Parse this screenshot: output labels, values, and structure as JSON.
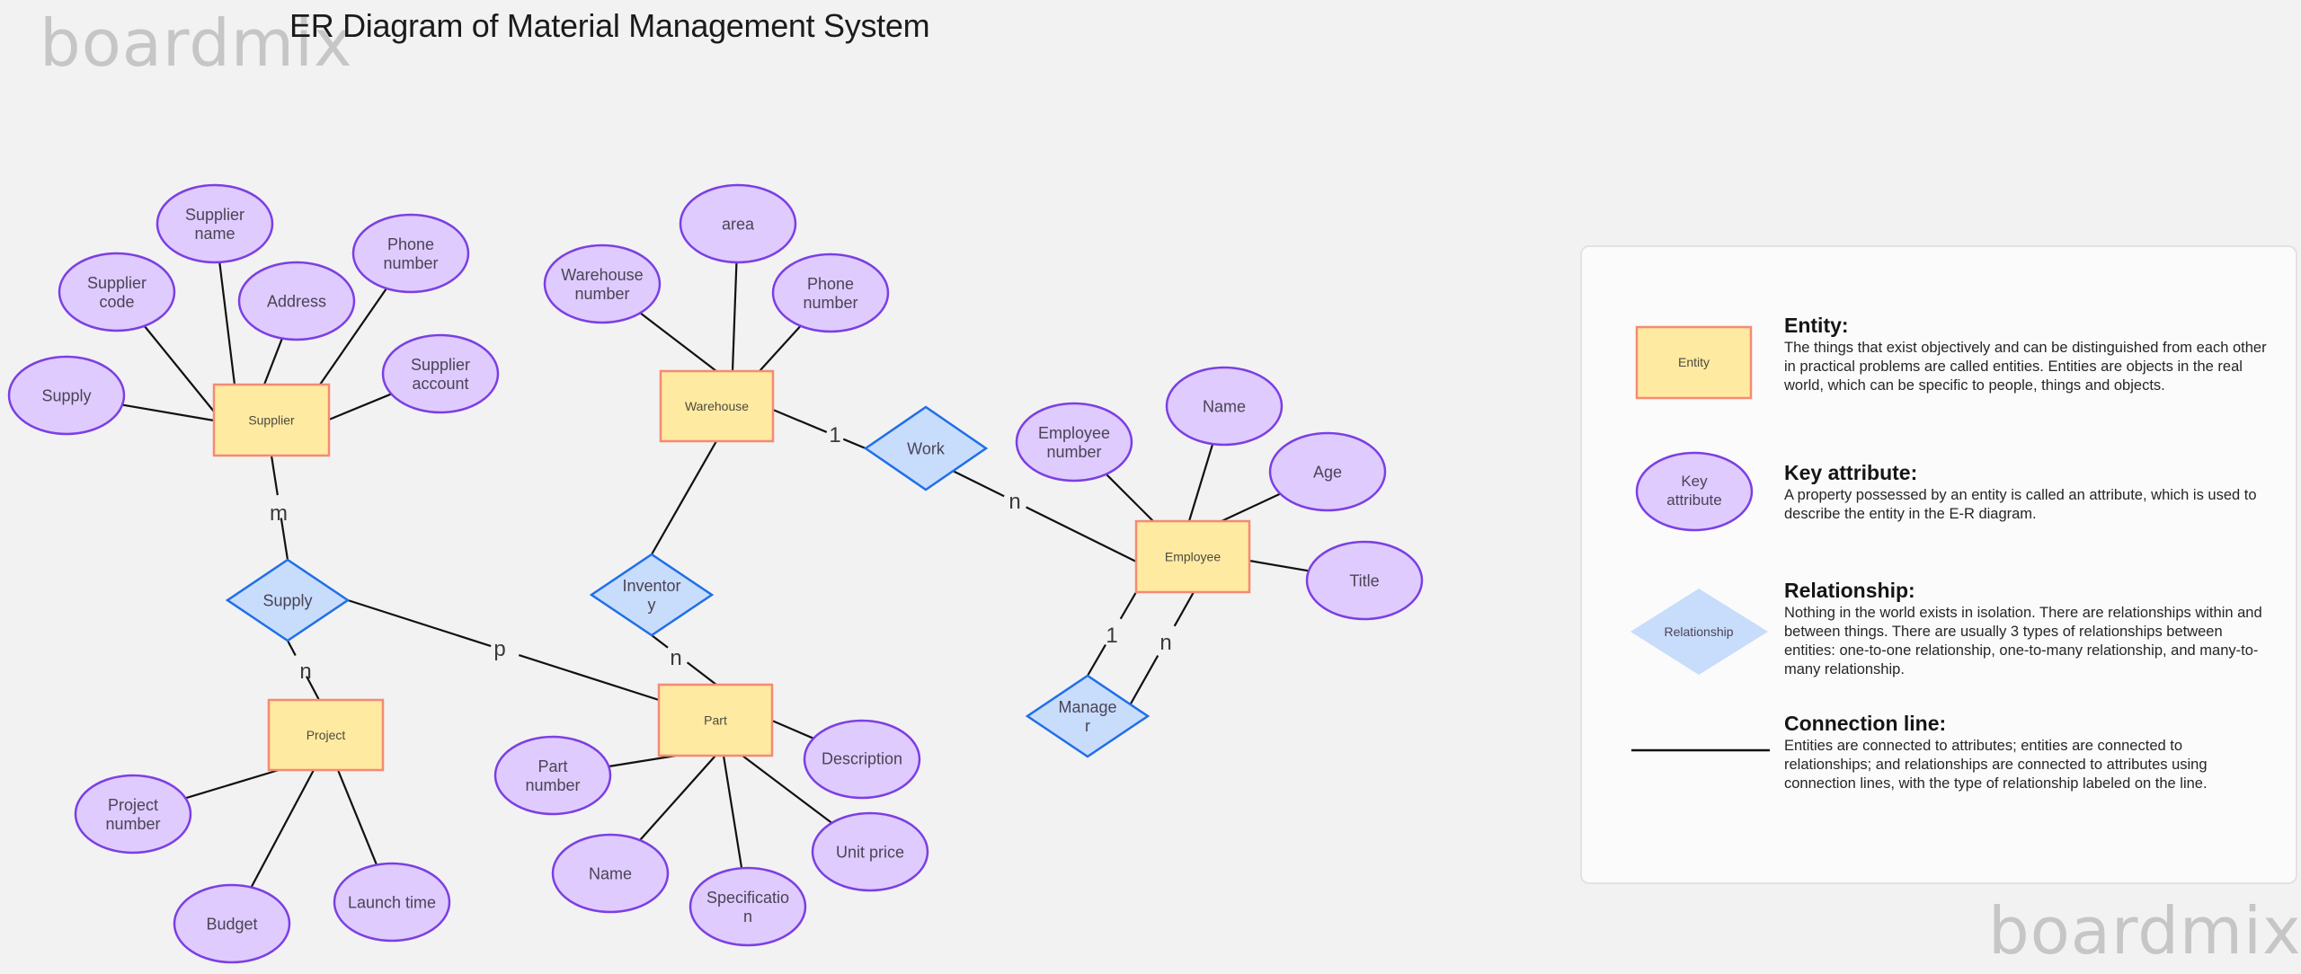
{
  "title": "ER Diagram of Material Management System",
  "watermark": "boardmix",
  "colors": {
    "background": "#f2f2f2",
    "entity_fill": "#ffeaa1",
    "entity_stroke": "#f58a74",
    "attribute_fill": "#dfcbfd",
    "attribute_stroke": "#7b3fe4",
    "relationship_fill": "#c8dcfc",
    "relationship_stroke": "#1f6fe8",
    "line": "#111111"
  },
  "entities": {
    "supplier": "Supplier",
    "warehouse": "Warehouse",
    "part": "Part",
    "project": "Project",
    "employee": "Employee"
  },
  "relationships": {
    "supply": "Supply",
    "work": "Work",
    "inventory": [
      "Inventor",
      "y"
    ],
    "manager": [
      "Manage",
      "r"
    ]
  },
  "attributes": {
    "supplier": [
      [
        "Supply"
      ],
      [
        "Supplier",
        "code"
      ],
      [
        "Supplier",
        "name"
      ],
      [
        "Address"
      ],
      [
        "Phone",
        "number"
      ],
      [
        "Supplier",
        "account"
      ]
    ],
    "warehouse": [
      [
        "Warehouse",
        "number"
      ],
      [
        "area"
      ],
      [
        "Phone",
        "number"
      ]
    ],
    "part": [
      [
        "Part",
        "number"
      ],
      [
        "Name"
      ],
      [
        "Specificatio",
        "n"
      ],
      [
        "Unit price"
      ],
      [
        "Description"
      ]
    ],
    "project": [
      [
        "Project",
        "number"
      ],
      [
        "Budget"
      ],
      [
        "Launch time"
      ]
    ],
    "employee": [
      [
        "Employee",
        "number"
      ],
      [
        "Name"
      ],
      [
        "Age"
      ],
      [
        "Title"
      ]
    ]
  },
  "cardinalities": {
    "supplier_supply": "m",
    "supply_project": "n",
    "supply_part": "p",
    "warehouse_work": "1",
    "work_employee": "n",
    "inventory_part": "n",
    "employee_manager_1": "1",
    "employee_manager_n": "n"
  },
  "legend": {
    "entity": {
      "sample_label": "Entity",
      "heading": "Entity:",
      "body": "The things that exist objectively and can be distinguished from each other in practical problems are called entities. Entities are objects in the real world, which can be specific to people, things and objects."
    },
    "key_attribute": {
      "sample_label": [
        "Key",
        "attribute"
      ],
      "heading": "Key attribute:",
      "body": "A property possessed by an entity is called an attribute, which is used to describe the entity in the E-R diagram."
    },
    "relationship": {
      "sample_label": "Relationship",
      "heading": "Relationship:",
      "body": "Nothing in the world exists in isolation. There are relationships within and between things. There are usually 3 types of relationships between entities: one-to-one relationship, one-to-many relationship, and many-to-many relationship."
    },
    "connection_line": {
      "heading": "Connection line:",
      "body": "Entities are connected to attributes; entities are connected to relationships; and relationships are connected to attributes using connection lines, with the type of relationship labeled on the line."
    }
  }
}
